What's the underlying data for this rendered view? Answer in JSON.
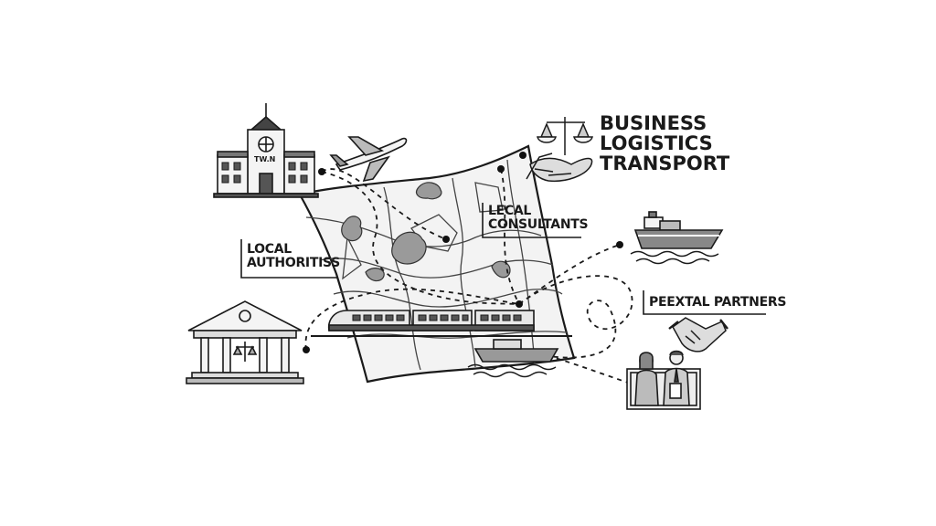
{
  "title_lines": [
    "BUSINESS",
    "LOGISTICS",
    "TRANSPORT"
  ],
  "labels": {
    "local_consultants": [
      "LECAL",
      "CONSULTANTS"
    ],
    "local_authorities": [
      "LOCAL",
      "AUTHORITISS"
    ],
    "external_partners": [
      "PEEXTAL PARTNERS"
    ]
  },
  "building_sign": "TW.N",
  "icons": [
    "town-hall-icon",
    "airplane-icon",
    "justice-handshake-icon",
    "cargo-ship-icon",
    "courthouse-icon",
    "train-icon",
    "handshake-icon",
    "partners-photo-icon",
    "map-icon"
  ],
  "colors": {
    "ink": "#1a1a1a",
    "paper": "#f2f2f2",
    "shade": "#9a9a9a",
    "background": "#ffffff"
  }
}
